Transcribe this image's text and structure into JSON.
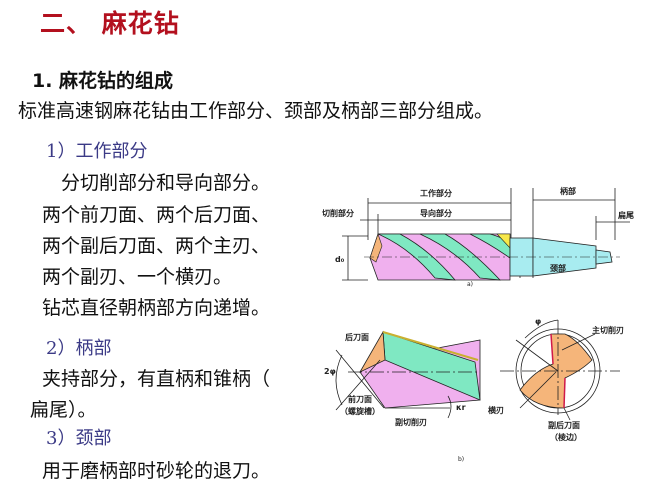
{
  "slide": {
    "title": "二、 麻花钻",
    "section_heading": "1. 麻花钻的组成",
    "intro": "标准高速钢麻花钻由工作部分、颈部及柄部三部分组成。",
    "parts": [
      {
        "heading": "1）工作部分",
        "lines": [
          "　分切削部分和导向部分。",
          "两个前刀面、两个后刀面、",
          "两个副后刀面、两个主刃、",
          "两个副刃、一个横刃。",
          "钻芯直径朝柄部方向递增。"
        ]
      },
      {
        "heading": "2）柄部",
        "lines": [
          "夹持部分，有直柄和锥柄（",
          "扁尾）。"
        ]
      },
      {
        "heading": "3）颈部",
        "lines": [
          "用于磨柄部时砂轮的退刀。"
        ]
      }
    ]
  },
  "diagram_a": {
    "caption": "a)",
    "labels": {
      "working_part": "工作部分",
      "cutting_part": "切削部分",
      "guide_part": "导向部分",
      "shank": "柄部",
      "tang": "扁尾",
      "neck": "颈部",
      "diameter": "d₀"
    }
  },
  "diagram_b": {
    "caption": "b)",
    "labels": {
      "flank_face": "后刀面",
      "angle_2phi": "2φ",
      "rake_face": "前刀面",
      "rake_face_note": "（螺旋槽）",
      "minor_cutting_edge": "副切削刃",
      "kr": "κr",
      "chisel_edge": "横刃",
      "phi": "φ",
      "major_cutting_edge": "主切削刃",
      "minor_flank": "副后刀面",
      "minor_flank_note": "（棱边）"
    }
  },
  "colors": {
    "title": "#b3101e",
    "subheading": "#3b3a86",
    "green": "#7fe8c2",
    "pink": "#f0b0ee",
    "orange": "#f5b57a",
    "cyan": "#a8ecf0",
    "yellow": "#f7e84a"
  }
}
